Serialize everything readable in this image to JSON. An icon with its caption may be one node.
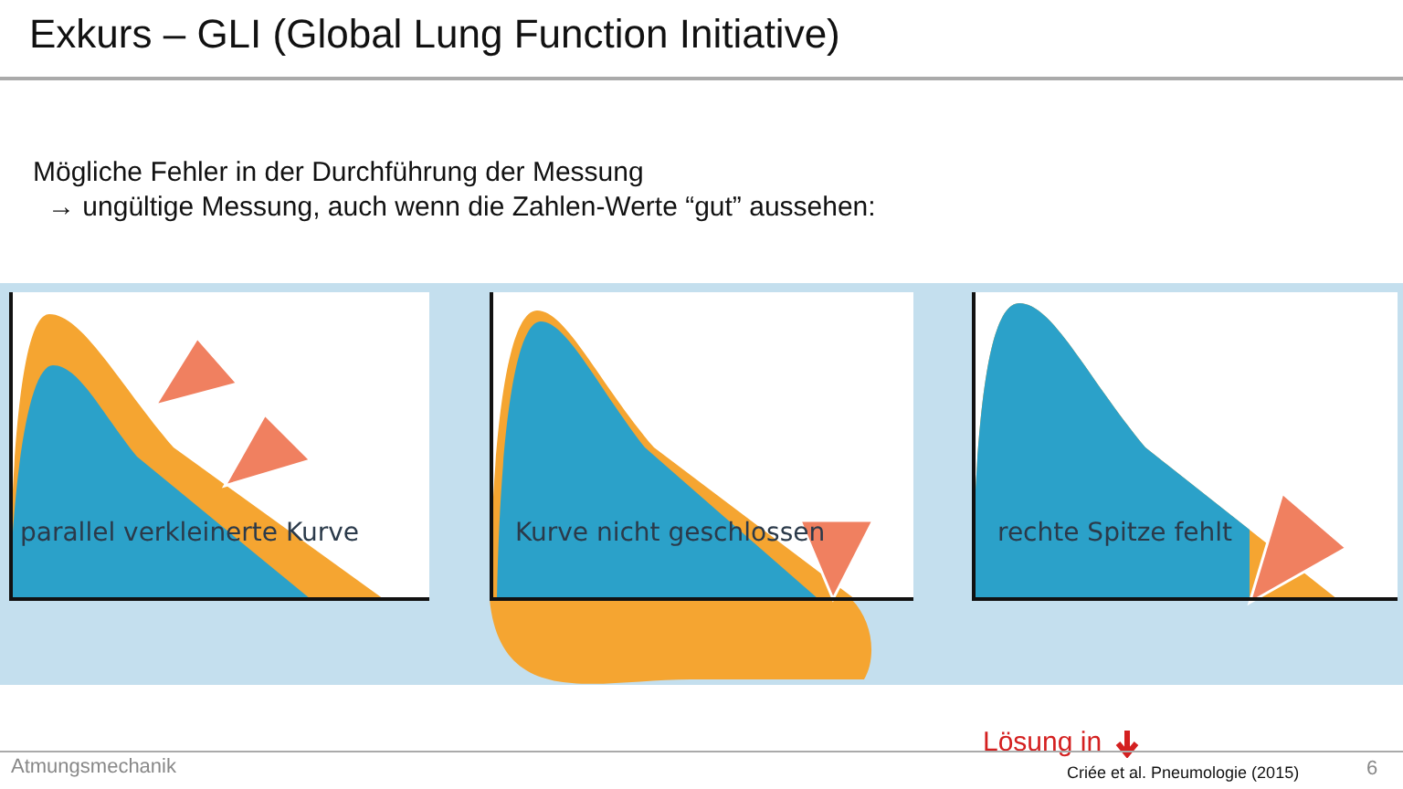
{
  "diagram": {
    "title": "Exkurs – GLI (Global Lung Function Initiative)",
    "nodes": [
      {
        "text": [
          "parallel verkleinerte Kurve"
        ]
      },
      {
        "text": [
          "Kurve nicht geschlossen"
        ]
      },
      {
        "text": [
          "rechte Spitze fehlt"
        ]
      }
    ],
    "labels": [
      "Mögliche Fehler in der Durchführung der Messung",
      "→ ungültige Messung, auch wenn die Zahlen-Werte “gut” aussehen:",
      "Lösung in",
      "Atmungsmechanik",
      "Criée et al. Pneumologie (2015)",
      "6"
    ]
  }
}
